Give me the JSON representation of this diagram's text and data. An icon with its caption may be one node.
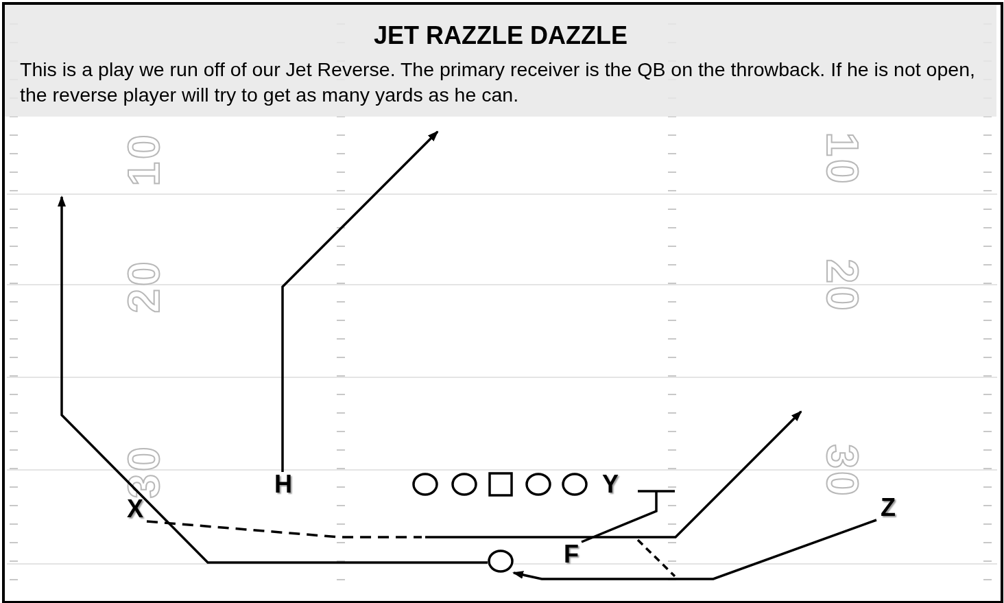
{
  "diagram": {
    "title": "JET RAZZLE DAZZLE",
    "nodes": [
      {
        "text": [
          "H"
        ]
      },
      {
        "text": [],
        "shape": "circle"
      },
      {
        "text": [],
        "shape": "circle"
      },
      {
        "text": [],
        "shape": "box"
      },
      {
        "text": [],
        "shape": "circle"
      },
      {
        "text": [],
        "shape": "circle"
      },
      {
        "text": [
          "X"
        ]
      },
      {
        "text": [
          "Z"
        ]
      },
      {
        "text": [],
        "shape": "circle"
      },
      {
        "text": [
          "F"
        ]
      }
    ],
    "edges": [
      {
        "from": 0,
        "to": null,
        "arrow": "to"
      },
      {
        "from": 6,
        "to": null,
        "arrow": "to"
      },
      {
        "from": 7,
        "to": 8,
        "arrow": "to"
      },
      {
        "from": 8,
        "to": null,
        "arrow": "to"
      },
      {
        "from": 9,
        "to": null,
        "arrow": "other"
      }
    ],
    "labels": [
      "This is a play we run off of our Jet Reverse. The primary receiver is the QB on the throwback. If he is not open, the reverse player will try to get as many yards as he can.",
      "10",
      "10",
      "20",
      "20",
      "30",
      "30",
      "Y"
    ]
  }
}
